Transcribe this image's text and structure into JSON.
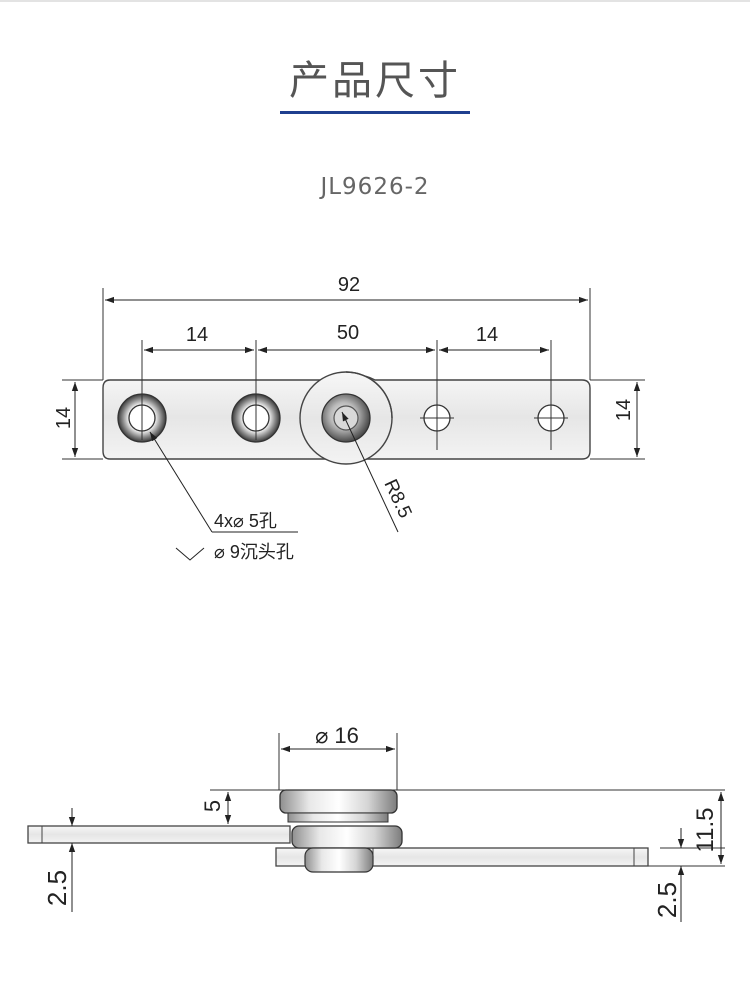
{
  "header": {
    "title": "产品尺寸",
    "model": "JL9626-2"
  },
  "top_view": {
    "dim_overall": "92",
    "dim_left_pitch": "14",
    "dim_center": "50",
    "dim_right_pitch": "14",
    "dim_height_left": "14",
    "dim_height_right": "14",
    "dim_radius": "R8.5",
    "note_holes": "4x⌀ 5孔",
    "note_countersink": "⌀ 9沉头孔"
  },
  "side_view": {
    "dim_diameter": "⌀ 16",
    "dim_cap": "5",
    "dim_total": "11.5",
    "dim_plate_left": "2.5",
    "dim_plate_right": "2.5"
  },
  "colors": {
    "title_underline": "#1f3f8f",
    "line": "#333333",
    "metal_light": "#f2f2f2",
    "metal_dark": "#9a9a9a"
  }
}
